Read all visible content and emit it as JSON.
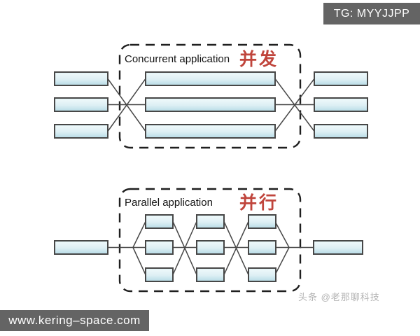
{
  "overlays": {
    "top_right_badge": {
      "text": "TG: MYYJJPP"
    },
    "bottom_left_badge": {
      "text": "www.kering–space.com"
    },
    "watermark": {
      "text": "头条 @老那聊科技"
    }
  },
  "colors": {
    "badge_bg": "#646464",
    "badge_text": "#ffffff",
    "accent_red": "#c0453c",
    "bar_fill_light": "#edf8fa",
    "bar_fill_dark": "#b7dbe6",
    "bar_border": "#474747",
    "dashed_border": "#1f1f1f",
    "watermark_gray": "#b3b3b3",
    "page_bg": "#ffffff"
  },
  "diagrams": {
    "concurrent": {
      "title_en": "Concurrent application",
      "title_zh": "并发",
      "outer_left_bars": 3,
      "inner_bars": 3,
      "outer_right_bars": 3
    },
    "parallel": {
      "title_en": "Parallel application",
      "title_zh": "并行",
      "left_bars": 1,
      "grid_rows": 3,
      "grid_columns": 3,
      "right_bars": 1
    }
  }
}
